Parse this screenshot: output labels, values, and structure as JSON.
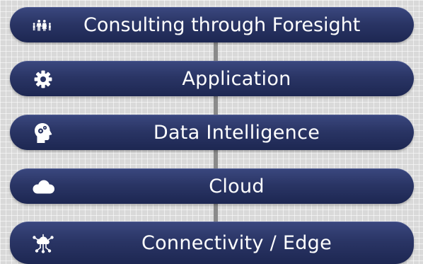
{
  "layers": [
    {
      "label": "Consulting through Foresight",
      "icon": "family-icon"
    },
    {
      "label": "Application",
      "icon": "gear-icon"
    },
    {
      "label": "Data Intelligence",
      "icon": "head-gears-icon"
    },
    {
      "label": "Cloud",
      "icon": "cloud-icon"
    },
    {
      "label": "Connectivity / Edge",
      "icon": "cloud-network-icon"
    }
  ],
  "colors": {
    "bar_top": "#3a477e",
    "bar_bottom": "#1d2752",
    "connector": "#8a8a8a",
    "background": "#d9d9d9",
    "text": "#ffffff"
  }
}
